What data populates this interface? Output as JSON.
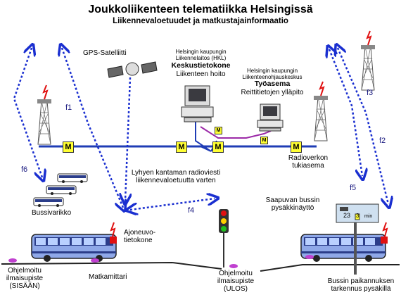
{
  "title": "Joukkoliikenteen telematiikka Helsingissä",
  "subtitle": "Liikennevaloetuudet ja matkustajainformaatio",
  "labels": {
    "gps": "GPS-Satelliitti",
    "hkl_org_1": "Helsingin kaupungin",
    "hkl_org_2": "Liikennelaitos (HKL)",
    "hkl_name": "Keskustietokone",
    "hkl_role": "Liikenteen hoito",
    "work_org_1": "Helsingin kaupungin",
    "work_org_2": "Liikenteenohjauskeskus",
    "work_name": "Työasema",
    "work_role": "Reittitietojen ylläpito",
    "radio_1": "Radioverkon",
    "radio_2": "tukiasema",
    "short_radio_1": "Lyhyen kantaman radioviesti",
    "short_radio_2": "liikennevaloetuutta varten",
    "depot": "Bussivarikko",
    "vehicle_computer_1": "Ajoneuvo-",
    "vehicle_computer_2": "tietokone",
    "odometer": "Matkamittari",
    "prog_in_1": "Ohjelmoitu",
    "prog_in_2": "ilmaisupiste",
    "prog_in_3": "(SISÄÄN)",
    "prog_out_1": "Ohjelmoitu",
    "prog_out_2": "ilmaisupiste",
    "prog_out_3": "(ULOS)",
    "stop_display_1": "Saapuvan bussin",
    "stop_display_2": "pysäkkinäyttö",
    "bus_pos_1": "Bussin paikannuksen",
    "bus_pos_2": "tarkennus pysäkillä",
    "display_route": "23",
    "display_minutes": "3",
    "display_unit": "min",
    "modem": "M"
  },
  "flow_labels": {
    "f1": "f1",
    "f2": "f2",
    "f3": "f3",
    "f4": "f4",
    "f5": "f5",
    "f6": "f6"
  },
  "colors": {
    "network_line": "#1f3cb5",
    "dashed_arrow": "#1a2fd0",
    "modem_box": "#ffff33",
    "lan_line": "#9c2aa8",
    "bus_body": "#8fa8e8",
    "tower_lightning": "#e01010"
  }
}
